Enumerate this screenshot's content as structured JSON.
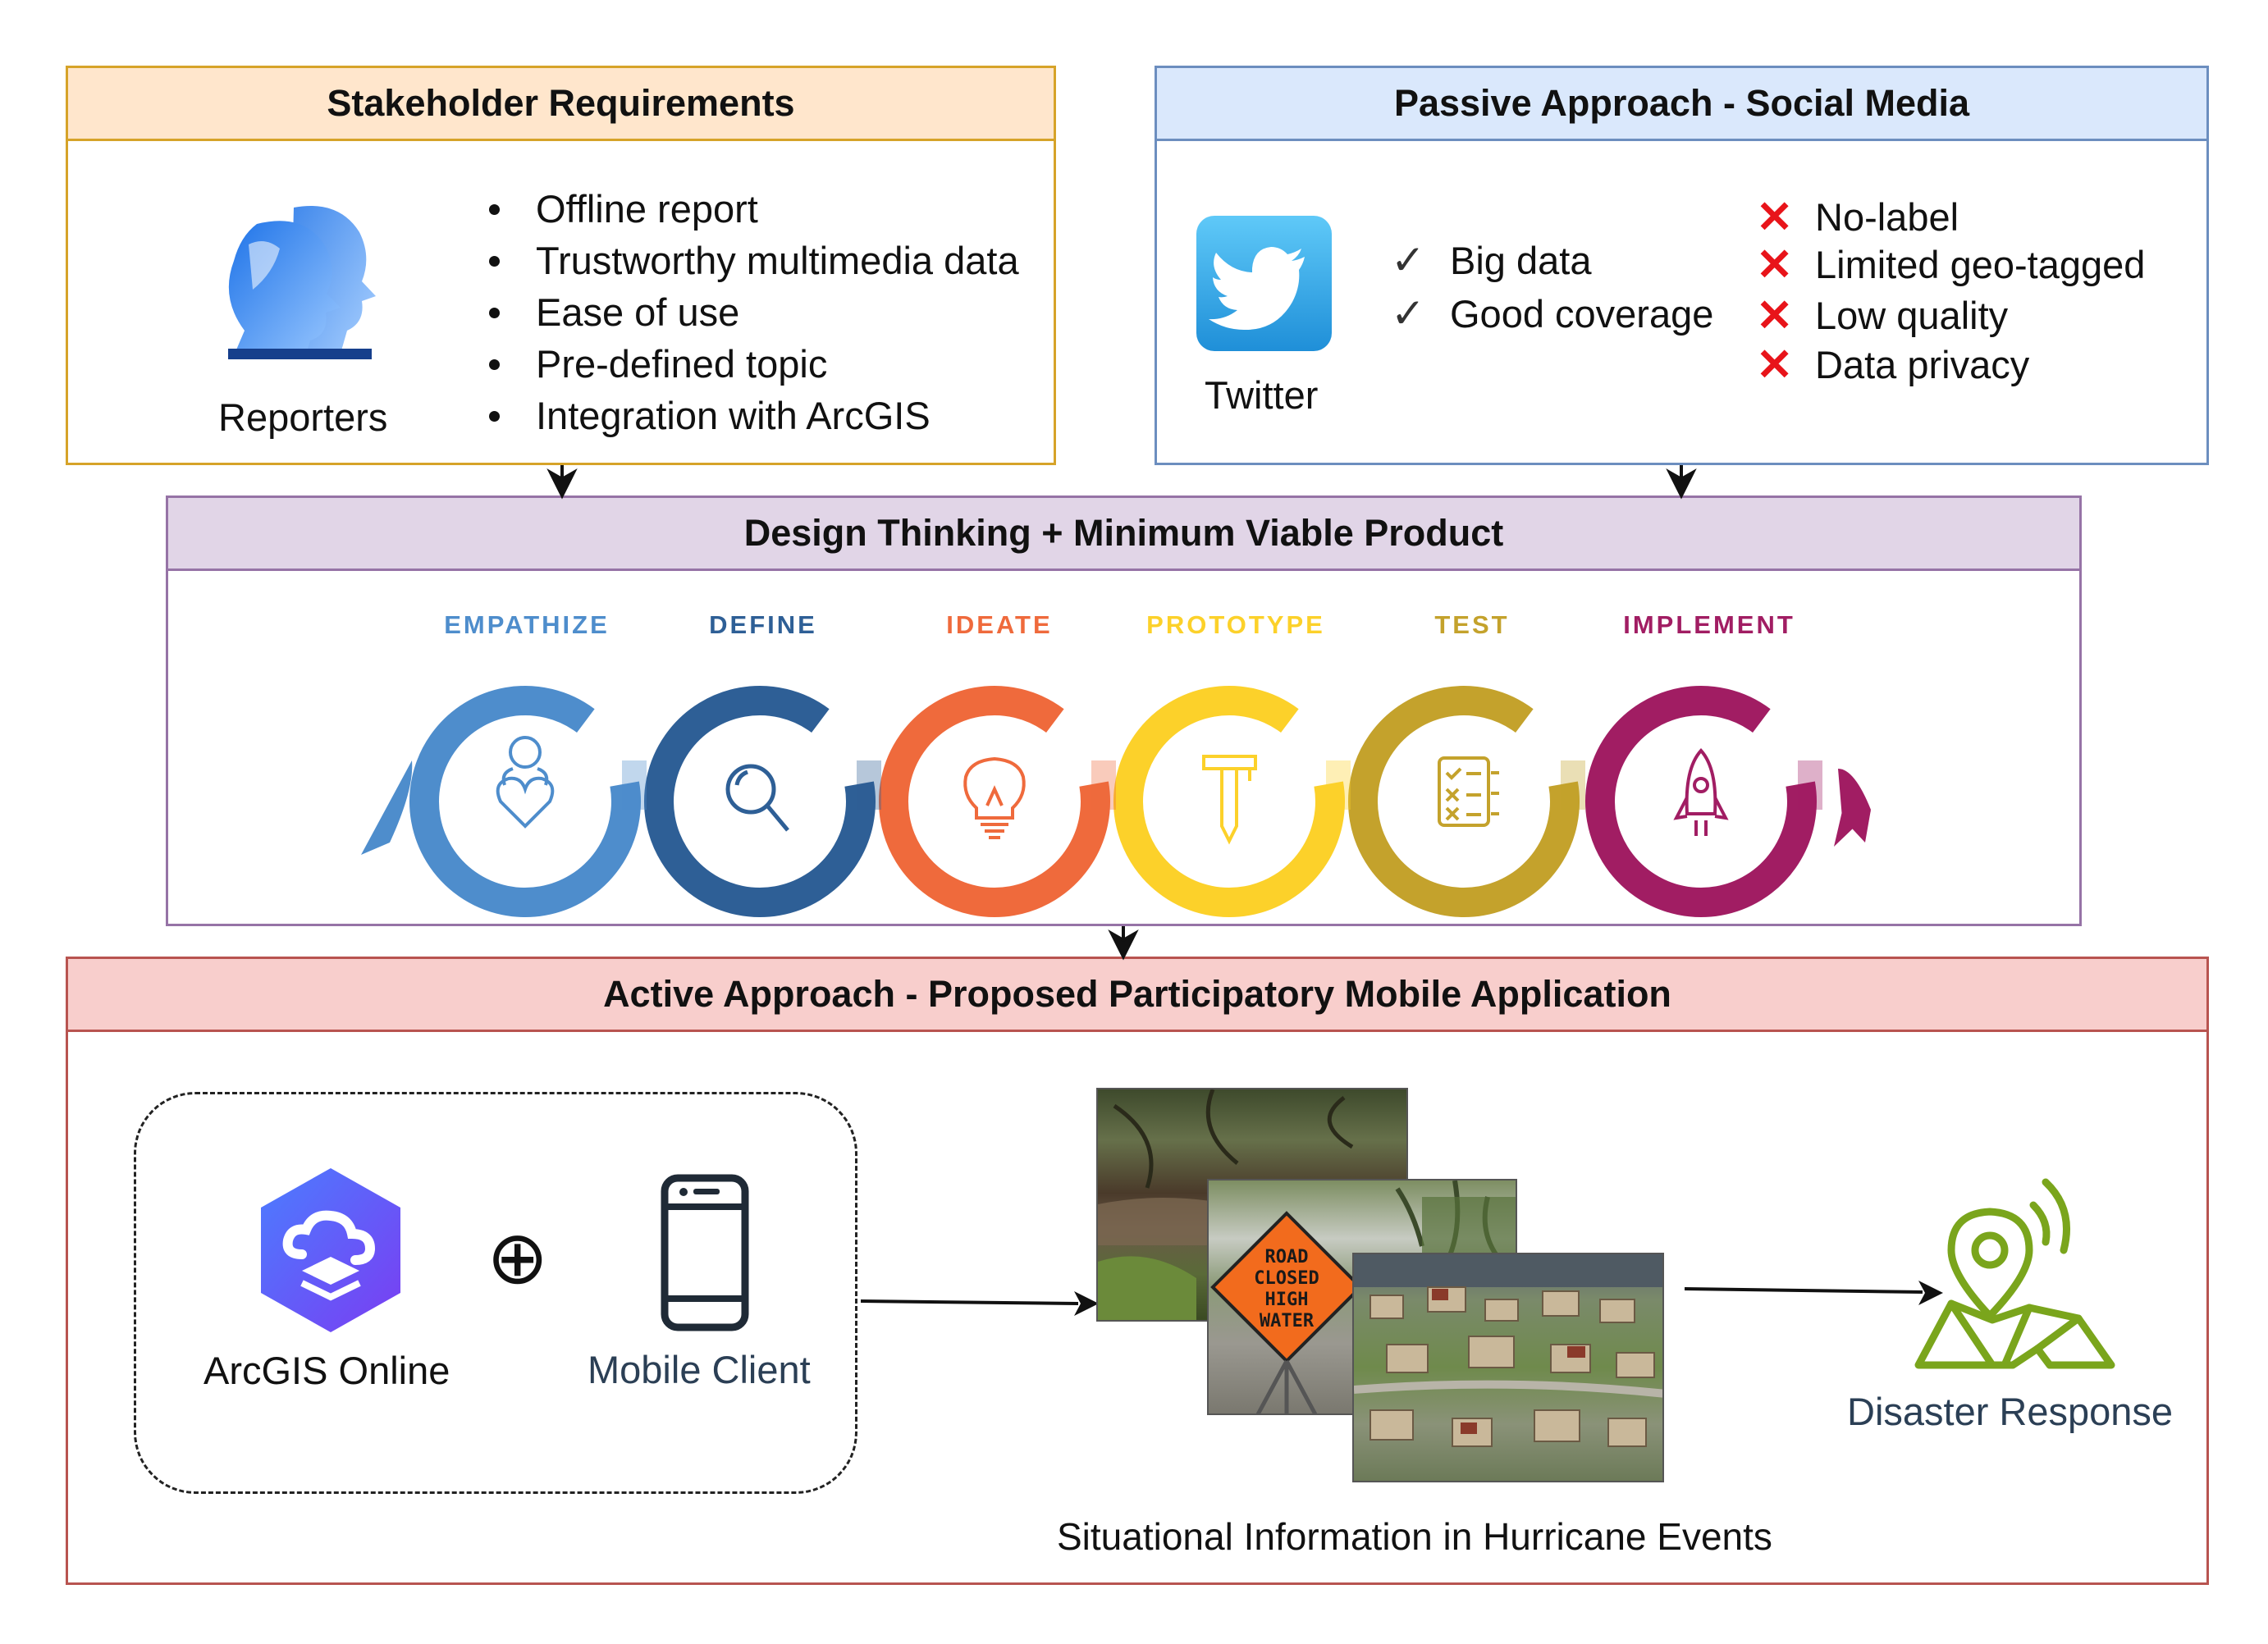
{
  "colors": {
    "stakeholder_fill": "#ffe6cc",
    "stakeholder_border": "#d6a329",
    "passive_fill": "#dae8fc",
    "passive_border": "#6c8ebf",
    "design_fill": "#e1d5e7",
    "design_border": "#9673a6",
    "active_fill": "#f8cecc",
    "active_border": "#b85450",
    "empathize": "#4e8dcc",
    "define": "#2e5f96",
    "ideate": "#ef6a3c",
    "prototype": "#fcd12a",
    "test": "#c4a22c",
    "implement": "#a11d63",
    "check": "#333333",
    "cross": "#e8141a",
    "disaster": "#7aa51c"
  },
  "stakeholder": {
    "title": "Stakeholder Requirements",
    "icon": "reporters-icon",
    "icon_label": "Reporters",
    "requirements": [
      "Offline report",
      "Trustworthy multimedia data",
      "Ease of use",
      "Pre-defined topic",
      "Integration with ArcGIS"
    ]
  },
  "passive": {
    "title": "Passive Approach - Social Media",
    "icon": "twitter-icon",
    "icon_label": "Twitter",
    "pros": [
      "Big data",
      "Good coverage"
    ],
    "cons": [
      "No-label",
      "Limited geo-tagged",
      "Low quality",
      "Data privacy"
    ]
  },
  "design": {
    "title": "Design Thinking + Minimum Viable Product",
    "stages": [
      {
        "label": "EMPATHIZE",
        "icon": "person-heart-icon"
      },
      {
        "label": "DEFINE",
        "icon": "magnifier-icon"
      },
      {
        "label": "IDEATE",
        "icon": "lightbulb-icon"
      },
      {
        "label": "PROTOTYPE",
        "icon": "hammer-pencil-icon"
      },
      {
        "label": "TEST",
        "icon": "checklist-icon"
      },
      {
        "label": "IMPLEMENT",
        "icon": "rocket-icon"
      }
    ]
  },
  "active": {
    "title": "Active Approach - Proposed Participatory Mobile Application",
    "arcgis_label": "ArcGIS Online",
    "plus_symbol": "⊕",
    "mobile_label": "Mobile Client",
    "situational_caption": "Situational Information in Hurricane Events",
    "sign_lines": [
      "ROAD",
      "CLOSED",
      "HIGH",
      "WATER"
    ],
    "disaster_label": "Disaster Response"
  }
}
